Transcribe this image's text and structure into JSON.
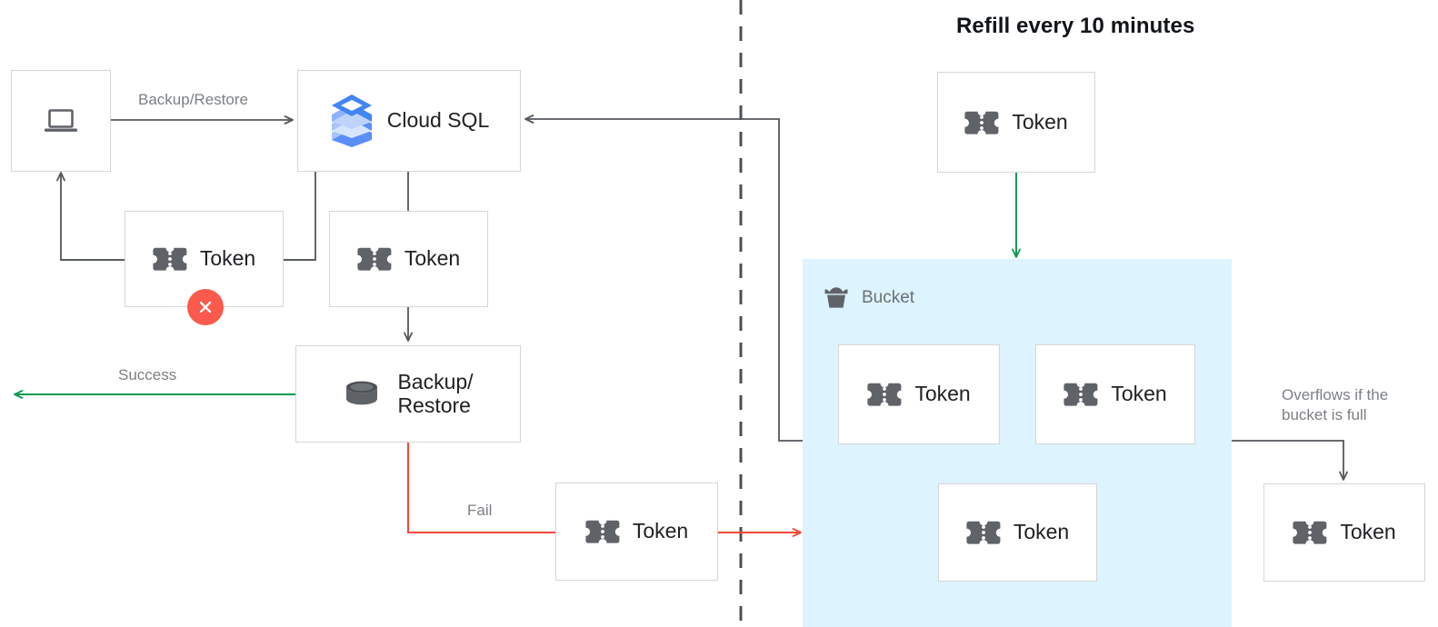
{
  "title": "Refill every 10 minutes",
  "colors": {
    "gray_line": "#53585c",
    "green": "#0f9a52",
    "red": "#f4483b",
    "box_border": "#d6d6d6",
    "bucket_fill": "#ddf3fd",
    "icon_gray": "#5f6368",
    "label_gray": "#7b7f84",
    "badge_red": "#fb5a4c",
    "cloudsql_blue": "#4285f4"
  },
  "nodes": {
    "client": {
      "label": "",
      "icon": "laptop-icon"
    },
    "cloud_sql": {
      "label": "Cloud SQL",
      "icon": "cloud-sql-icon"
    },
    "token_failed": {
      "label": "Token",
      "icon": "token-icon",
      "badge": "error-x-badge"
    },
    "token_consumed": {
      "label": "Token",
      "icon": "token-icon"
    },
    "backup_restore": {
      "label": "Backup/\nRestore",
      "icon": "database-icon"
    },
    "token_fail_return": {
      "label": "Token",
      "icon": "token-icon"
    },
    "token_refill": {
      "label": "Token",
      "icon": "token-icon"
    },
    "bucket_token_1": {
      "label": "Token",
      "icon": "token-icon"
    },
    "bucket_token_2": {
      "label": "Token",
      "icon": "token-icon"
    },
    "bucket_token_3": {
      "label": "Token",
      "icon": "token-icon"
    },
    "token_overflow": {
      "label": "Token",
      "icon": "token-icon"
    }
  },
  "bucket": {
    "label": "Bucket",
    "icon": "bucket-icon"
  },
  "edges": {
    "backup_restore": "Backup/Restore",
    "success": "Success",
    "fail": "Fail",
    "overflow": "Overflows if the\nbucket is full"
  }
}
